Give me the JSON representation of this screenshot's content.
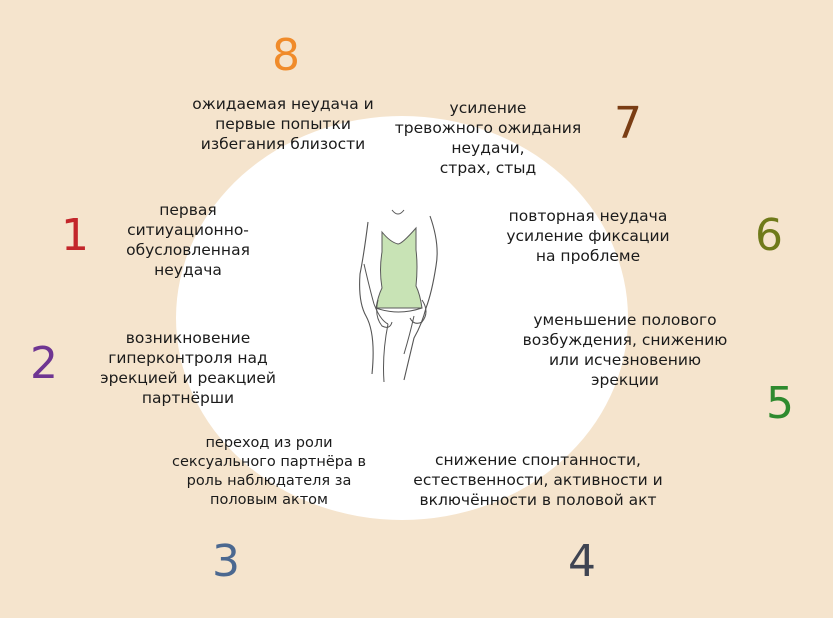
{
  "colors": {
    "background": "#f5e4cd",
    "circle": "#ffffff",
    "dress": "#c8e3b5",
    "step1": "#c3262b",
    "step2": "#6f3592",
    "step3": "#4b6890",
    "step4": "#3f4452",
    "step5": "#2e8a2e",
    "step6": "#6f7a1a",
    "step7": "#7a3d14",
    "step8": "#f08b2a"
  },
  "steps": [
    {
      "number": "1",
      "text": "первая\nситиуационно-\nобусловленная\nнеудача"
    },
    {
      "number": "2",
      "text": "возникновение\nгиперконтроля над\nэрекцией и реакцией\nпартнёрши"
    },
    {
      "number": "3",
      "text": "переход  из роли\nсексуального партнёра в\nроль наблюдателя за\nполовым актом"
    },
    {
      "number": "4",
      "text": "снижение спонтанности,\nестественности, активности  и\nвключённости в половой акт"
    },
    {
      "number": "5",
      "text": "уменьшение полового\nвозбуждения, снижению\nили исчезновению\nэрекции"
    },
    {
      "number": "6",
      "text": "повторная неудача\nусиление фиксации\nна проблеме"
    },
    {
      "number": "7",
      "text": "усиление\nтревожного ожидания\nнеудачи,\nстрах, стыд"
    },
    {
      "number": "8",
      "text": "ожидаемая неудача и\nпервые попытки\nизбегания близости"
    }
  ]
}
